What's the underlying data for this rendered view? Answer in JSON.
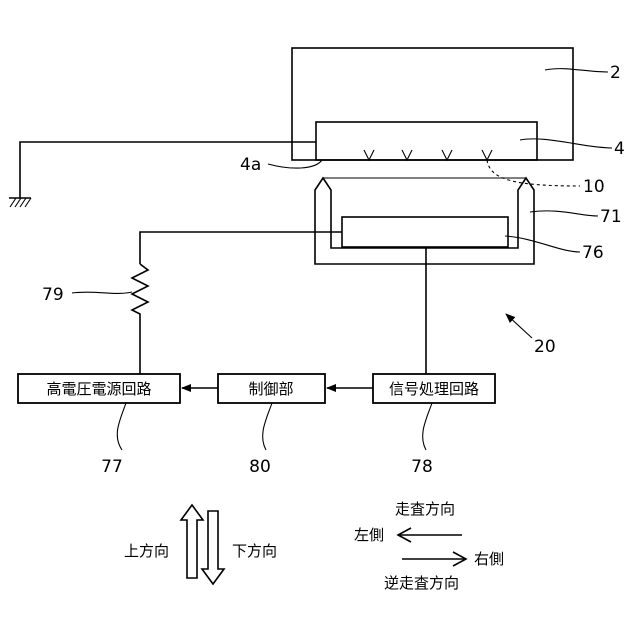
{
  "references": {
    "head": "2",
    "nozzle_plate": "4",
    "nozzle_surface": "4a",
    "ink_droplet": "10",
    "cap_frame": "71",
    "electrode": "76",
    "detection_unit": "20",
    "resistor": "79",
    "hv_circuit": "77",
    "controller": "80",
    "signal_circuit": "78"
  },
  "blocks": {
    "hv_circuit": "高電圧電源回路",
    "controller": "制御部",
    "signal_circuit": "信号処理回路"
  },
  "legend": {
    "up": "上方向",
    "down": "下方向",
    "scan": "走査方向",
    "left_side": "左側",
    "right_side": "右側",
    "reverse_scan": "逆走査方向"
  }
}
